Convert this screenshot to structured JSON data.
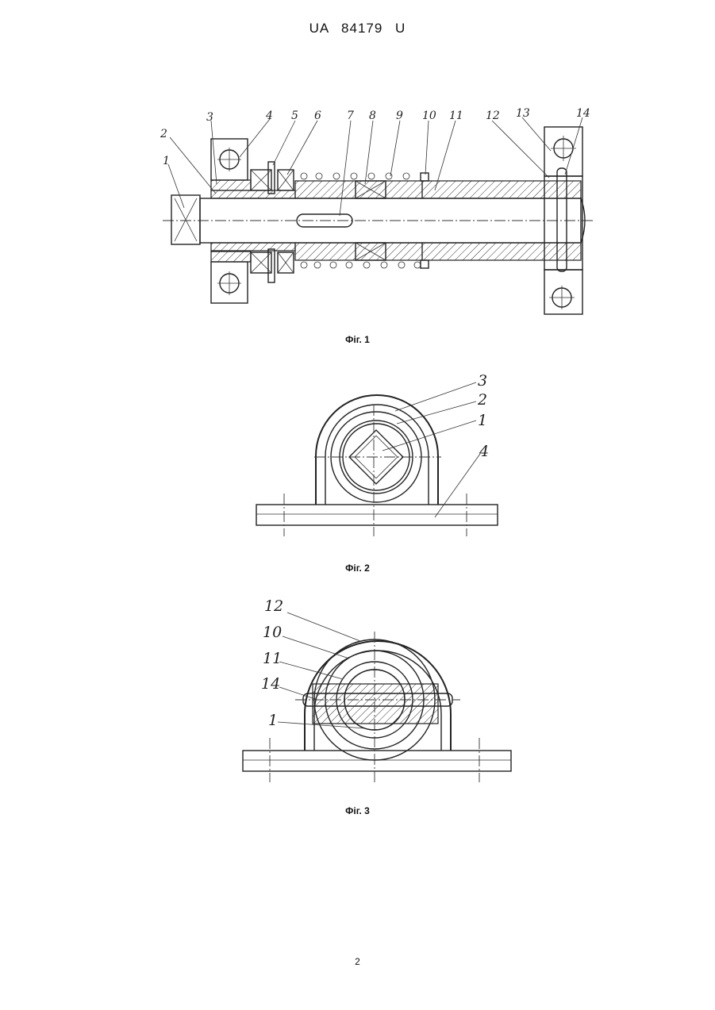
{
  "document": {
    "header": "UA 84179 U",
    "page_number": "2"
  },
  "figures": [
    {
      "caption": "Фіг. 1",
      "labels": [
        "1",
        "2",
        "3",
        "4",
        "5",
        "6",
        "7",
        "8",
        "9",
        "10",
        "11",
        "12",
        "13",
        "14"
      ]
    },
    {
      "caption": "Фіг. 2",
      "labels": [
        "3",
        "2",
        "1",
        "4"
      ]
    },
    {
      "caption": "Фіг. 3",
      "labels": [
        "12",
        "10",
        "11",
        "14",
        "1"
      ]
    }
  ]
}
